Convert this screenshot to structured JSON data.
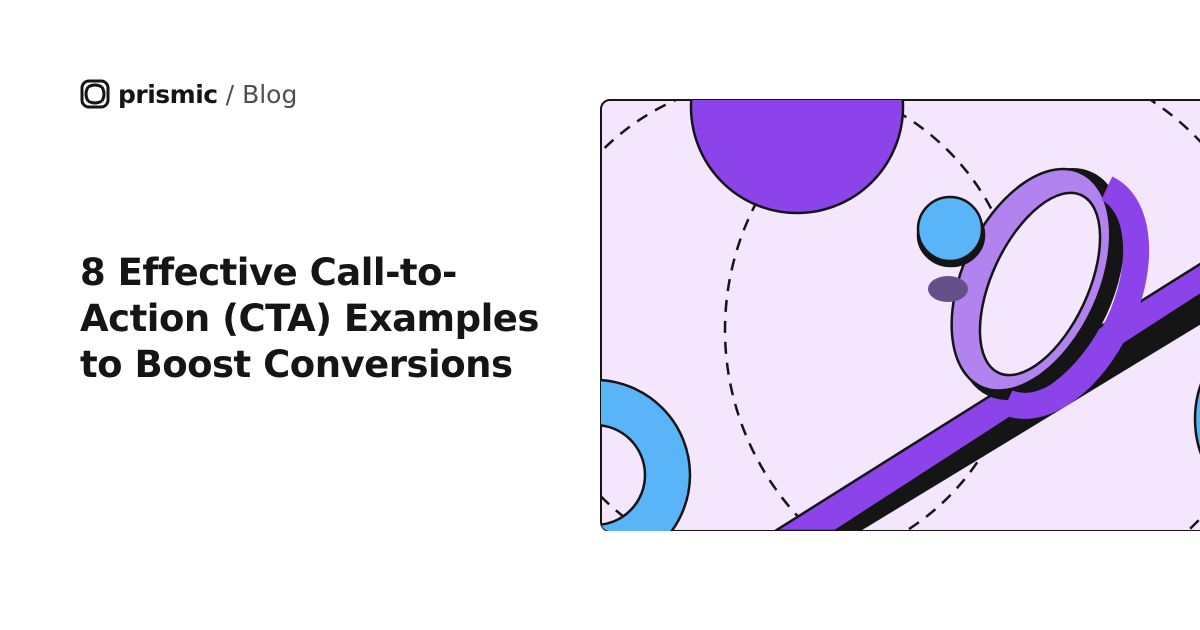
{
  "brand": {
    "name": "prismic",
    "separator": "/",
    "section": "Blog",
    "logo_icon": "prismic-logo-icon"
  },
  "article": {
    "title": "8 Effective Call-to-Action (CTA) Examples to Boost Conversions"
  },
  "colors": {
    "purple": "#8c44ea",
    "light_purple": "#b283ef",
    "blue": "#59b5f8",
    "background_tint": "#f3e6fd",
    "outline": "#151515"
  }
}
